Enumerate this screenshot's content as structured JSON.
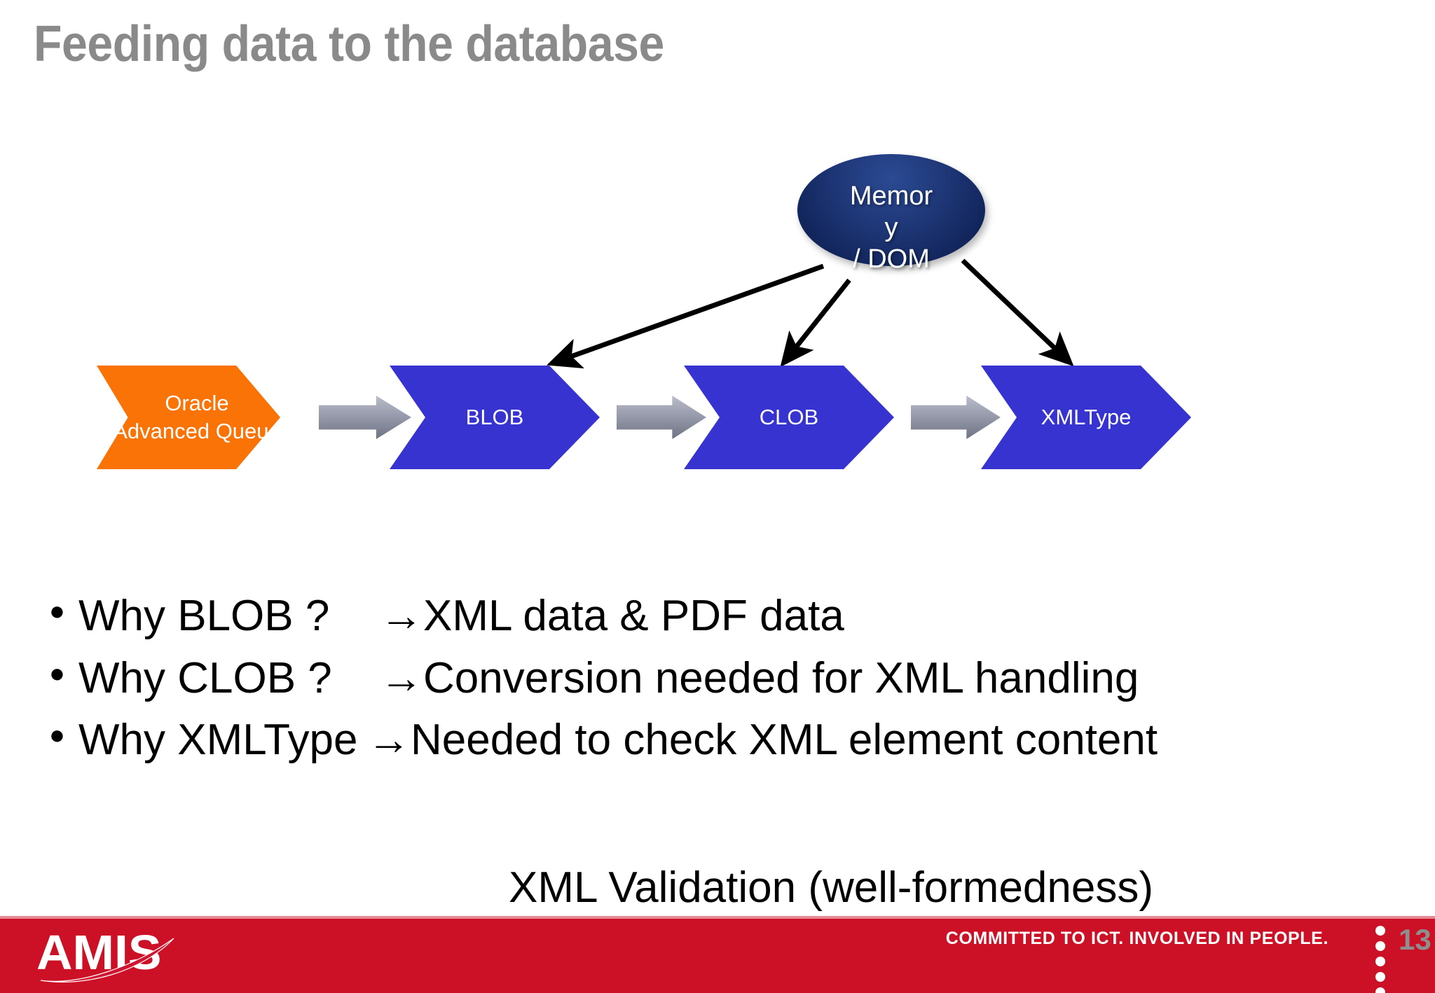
{
  "slide": {
    "title": "Feeding data to the database",
    "page_number": "13",
    "background_color": "#ffffff"
  },
  "diagram": {
    "memory_node": {
      "label_lines": [
        "Memor",
        "y",
        "/ DOM"
      ],
      "full_label": "Memory / DOM",
      "shape": "ellipse",
      "fill_color": "#1d3574"
    },
    "pipeline": [
      {
        "label": "Oracle\nAdvanced Queue",
        "line1": "Oracle",
        "line2": "Advanced Queue",
        "shape": "chevron",
        "fill_color": "#f97306"
      },
      {
        "label": "BLOB",
        "shape": "chevron",
        "fill_color": "#3633d0"
      },
      {
        "label": "CLOB",
        "shape": "chevron",
        "fill_color": "#3633d0"
      },
      {
        "label": "XMLType",
        "shape": "chevron",
        "fill_color": "#3633d0"
      }
    ],
    "connector_arrows_count": 3,
    "connector_color": "#000000",
    "flow_arrows_count": 3,
    "flow_arrow_color": "#9a9eae"
  },
  "body": {
    "bullets": [
      {
        "bullet": "●",
        "label": "Why BLOB ?",
        "arrow": "→",
        "text": "XML data & PDF data"
      },
      {
        "bullet": "●",
        "label": "Why CLOB ?",
        "arrow": "→",
        "text": "Conversion needed for XML handling"
      },
      {
        "bullet": "●",
        "label": "Why XMLType",
        "arrow": "→",
        "text": "Needed to check XML element content"
      }
    ],
    "final_line": "XML Validation (well-formedness)"
  },
  "footer": {
    "logo_text": "AMIS",
    "tagline": "COMMITTED TO ICT. INVOLVED IN PEOPLE.",
    "page_number": "13",
    "bar_color": "#cc1127",
    "dots": 5
  }
}
